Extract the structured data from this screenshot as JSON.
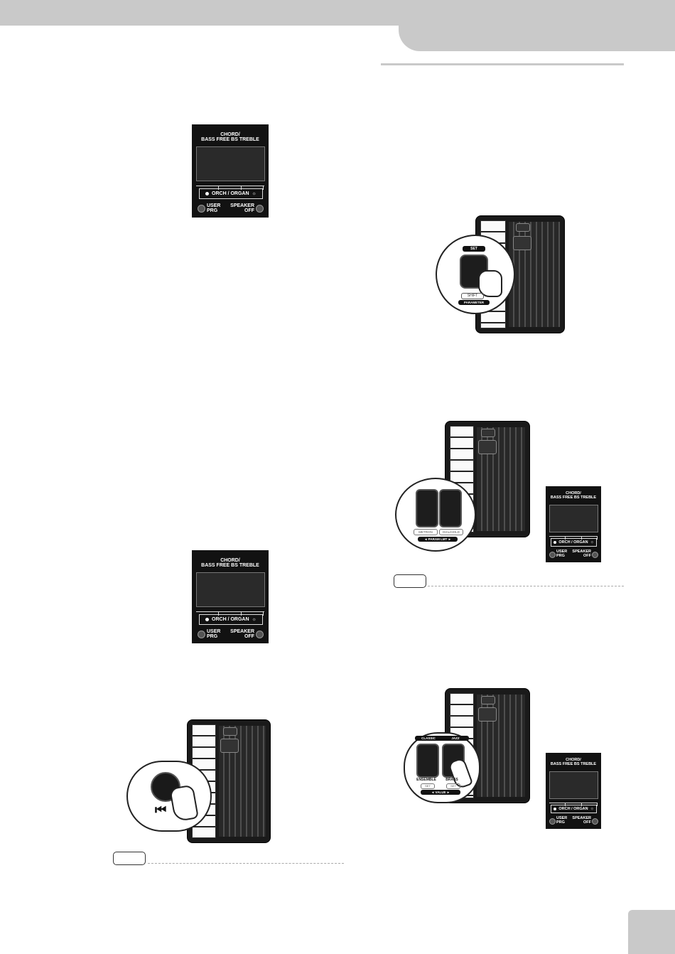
{
  "panel": {
    "header_line1": "CHORD/",
    "header_line2": "BASS  FREE BS  TREBLE",
    "mode_label": "ORCH / ORGAN",
    "user_label_1": "USER",
    "user_label_2": "PRG",
    "speaker_label_1": "SPEAKER",
    "speaker_label_2": "OFF",
    "sun_glyph": "☼"
  },
  "illustration_set": {
    "set_label": "SET",
    "shift_label": "SHIFT",
    "parameter_label": "PARAMETER"
  },
  "illustration_param": {
    "left_label": "METRON",
    "right_label": "DIAL/HOLD",
    "bar_label": "◄ PARAM LMT ►"
  },
  "illustration_value": {
    "left_top": "CLASSIC",
    "right_top": "JAZZ",
    "left_bottom": "ENSEMBLE",
    "right_bottom": "BRASS",
    "sub_label": "SET",
    "bar_label": "◄ VALUE ►"
  },
  "illustration_rewind": {
    "rewind_glyph": "⏮"
  }
}
